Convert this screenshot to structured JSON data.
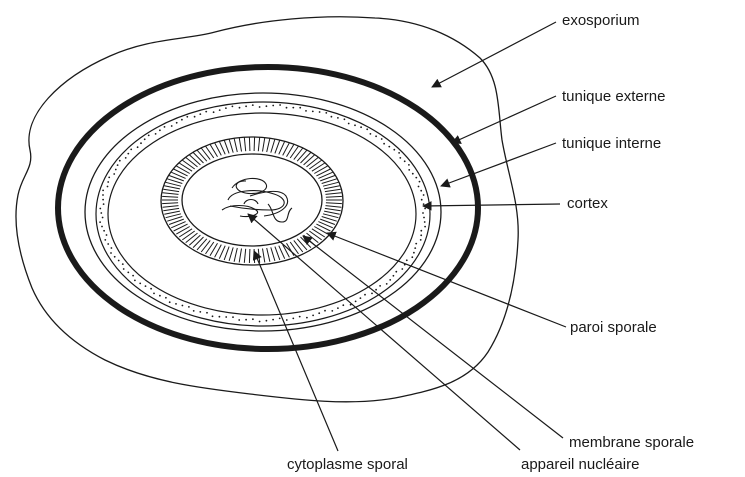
{
  "labels": {
    "exosporium": "exosporium",
    "tunique_externe": "tunique externe",
    "tunique_interne": "tunique interne",
    "cortex": "cortex",
    "paroi_sporale": "paroi sporale",
    "membrane_sporale": "membrane sporale",
    "appareil_nucleaire": "appareil nucléaire",
    "cytoplasme_sporal": "cytoplasme sporal"
  },
  "colors": {
    "ink": "#1a1a1a",
    "background": "#ffffff"
  }
}
